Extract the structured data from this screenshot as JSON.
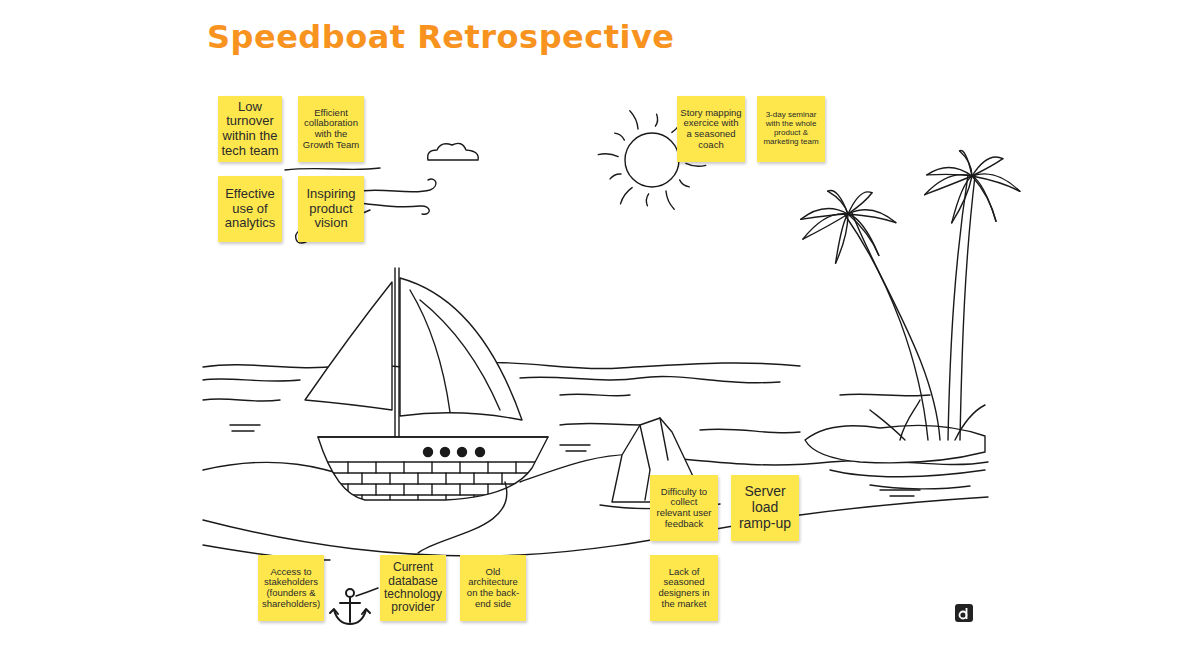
{
  "diagram": {
    "title": "Speedboat Retrospective",
    "nodes": [
      {
        "text": [
          "Low turnover within the tech team"
        ]
      },
      {
        "text": [
          "Efficient collaboration with the Growth Team"
        ]
      },
      {
        "text": [
          "Story mapping exercice with a seasoned coach"
        ]
      },
      {
        "text": [
          "3-day seminar with the whole product & marketing team"
        ]
      },
      {
        "text": [
          "Effective use of analytics"
        ]
      },
      {
        "text": [
          "Inspiring product vision"
        ]
      },
      {
        "text": [
          "Difficulty to collect relevant user feedback"
        ]
      },
      {
        "text": [
          "Server load ramp-up"
        ]
      },
      {
        "text": [
          "Access to stakeholders (founders & shareholders)"
        ]
      },
      {
        "text": [
          "Current database technology provider"
        ]
      },
      {
        "text": [
          "Old architecture on the back-end side"
        ]
      },
      {
        "text": [
          "Lack of seasoned designers in the market"
        ]
      }
    ],
    "edges": []
  }
}
